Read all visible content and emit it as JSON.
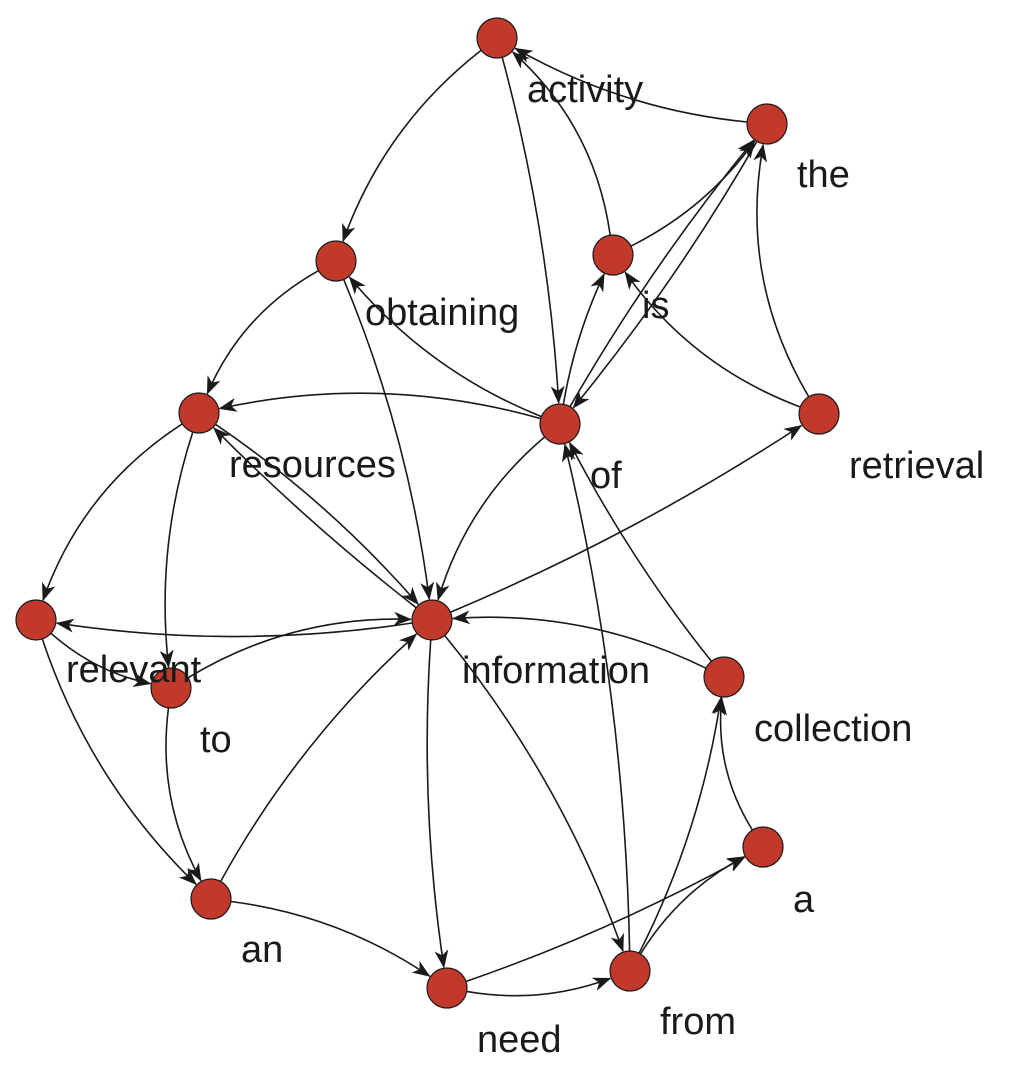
{
  "diagram": {
    "node_color": "#c0392b",
    "edge_color": "#1a1a1a",
    "nodes": [
      {
        "id": "activity",
        "label": "activity"
      },
      {
        "id": "the",
        "label": "the"
      },
      {
        "id": "is",
        "label": "is"
      },
      {
        "id": "obtaining",
        "label": "obtaining"
      },
      {
        "id": "resources",
        "label": "resources"
      },
      {
        "id": "of",
        "label": "of"
      },
      {
        "id": "retrieval",
        "label": "retrieval"
      },
      {
        "id": "relevant",
        "label": "relevant"
      },
      {
        "id": "information",
        "label": "information"
      },
      {
        "id": "to",
        "label": "to"
      },
      {
        "id": "collection",
        "label": "collection"
      },
      {
        "id": "a",
        "label": "a"
      },
      {
        "id": "an",
        "label": "an"
      },
      {
        "id": "need",
        "label": "need"
      },
      {
        "id": "from",
        "label": "from"
      }
    ],
    "edges": [
      {
        "from": "the",
        "to": "activity"
      },
      {
        "from": "is",
        "to": "activity"
      },
      {
        "from": "activity",
        "to": "obtaining"
      },
      {
        "from": "activity",
        "to": "of"
      },
      {
        "from": "is",
        "to": "the"
      },
      {
        "from": "of",
        "to": "the"
      },
      {
        "from": "retrieval",
        "to": "the"
      },
      {
        "from": "the",
        "to": "of"
      },
      {
        "from": "of",
        "to": "is"
      },
      {
        "from": "retrieval",
        "to": "is"
      },
      {
        "from": "of",
        "to": "obtaining"
      },
      {
        "from": "obtaining",
        "to": "resources"
      },
      {
        "from": "obtaining",
        "to": "information"
      },
      {
        "from": "of",
        "to": "resources"
      },
      {
        "from": "of",
        "to": "information"
      },
      {
        "from": "resources",
        "to": "information"
      },
      {
        "from": "resources",
        "to": "relevant"
      },
      {
        "from": "resources",
        "to": "to"
      },
      {
        "from": "information",
        "to": "resources"
      },
      {
        "from": "information",
        "to": "retrieval"
      },
      {
        "from": "information",
        "to": "relevant"
      },
      {
        "from": "relevant",
        "to": "to"
      },
      {
        "from": "relevant",
        "to": "an"
      },
      {
        "from": "to",
        "to": "information"
      },
      {
        "from": "to",
        "to": "an"
      },
      {
        "from": "an",
        "to": "information"
      },
      {
        "from": "an",
        "to": "need"
      },
      {
        "from": "information",
        "to": "need"
      },
      {
        "from": "information",
        "to": "from"
      },
      {
        "from": "collection",
        "to": "information"
      },
      {
        "from": "collection",
        "to": "of"
      },
      {
        "from": "from",
        "to": "of"
      },
      {
        "from": "need",
        "to": "from"
      },
      {
        "from": "need",
        "to": "a"
      },
      {
        "from": "from",
        "to": "a"
      },
      {
        "from": "from",
        "to": "collection"
      },
      {
        "from": "a",
        "to": "collection"
      }
    ]
  }
}
